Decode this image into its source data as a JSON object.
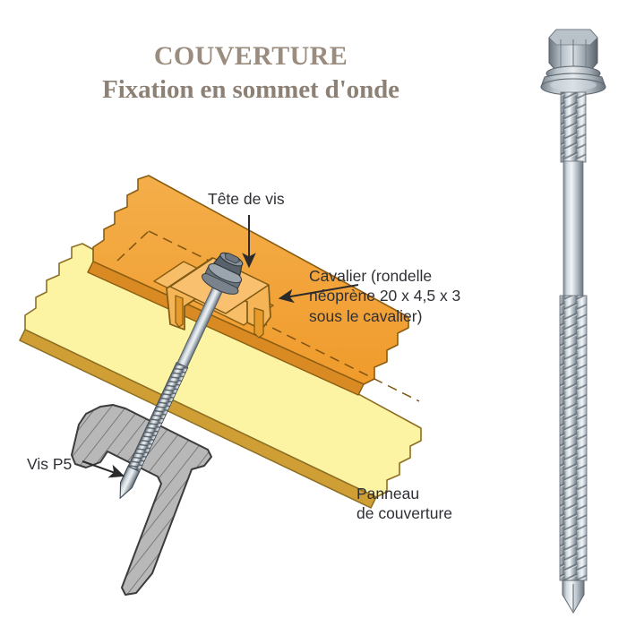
{
  "document": {
    "title_main": "COUVERTURE",
    "title_sub": "Fixation en sommet d'onde",
    "title_color": "#9a8c7f"
  },
  "labels": {
    "screw_head": "Tête de vis",
    "saddle_clip": "Cavalier (rondelle\nnéoprène 20 x 4,5 x 3\nsous le cavalier)",
    "screw": "Vis P5",
    "roof_panel": "Panneau\nde couverture"
  },
  "palette": {
    "panel_top": "#f3a93f",
    "panel_top_light": "#f7bd63",
    "panel_insulation": "#fdf4a3",
    "panel_insulation_edge": "#b08a2e",
    "outline": "#4a3a18",
    "purlin_gray": "#b5b5b5",
    "purlin_outline": "#3c3c3c",
    "metal_light": "#dfe5ea",
    "metal_mid": "#9aa6b0",
    "metal_dark": "#5d666f",
    "arrow": "#2b2b2b"
  },
  "product_photo": {
    "name": "self-drilling-roofing-screw",
    "parts": [
      "hex-head",
      "sealing-washer-flange",
      "upper-thread",
      "smooth-shank",
      "lower-thread",
      "drill-point-tip"
    ]
  },
  "diagram": {
    "name": "crest-fixing-cross-section",
    "components": [
      "roof-panel-top-sheet",
      "insulation-core",
      "steel-z-purlin",
      "saddle-clip",
      "screw-shaft",
      "screw-head"
    ]
  }
}
